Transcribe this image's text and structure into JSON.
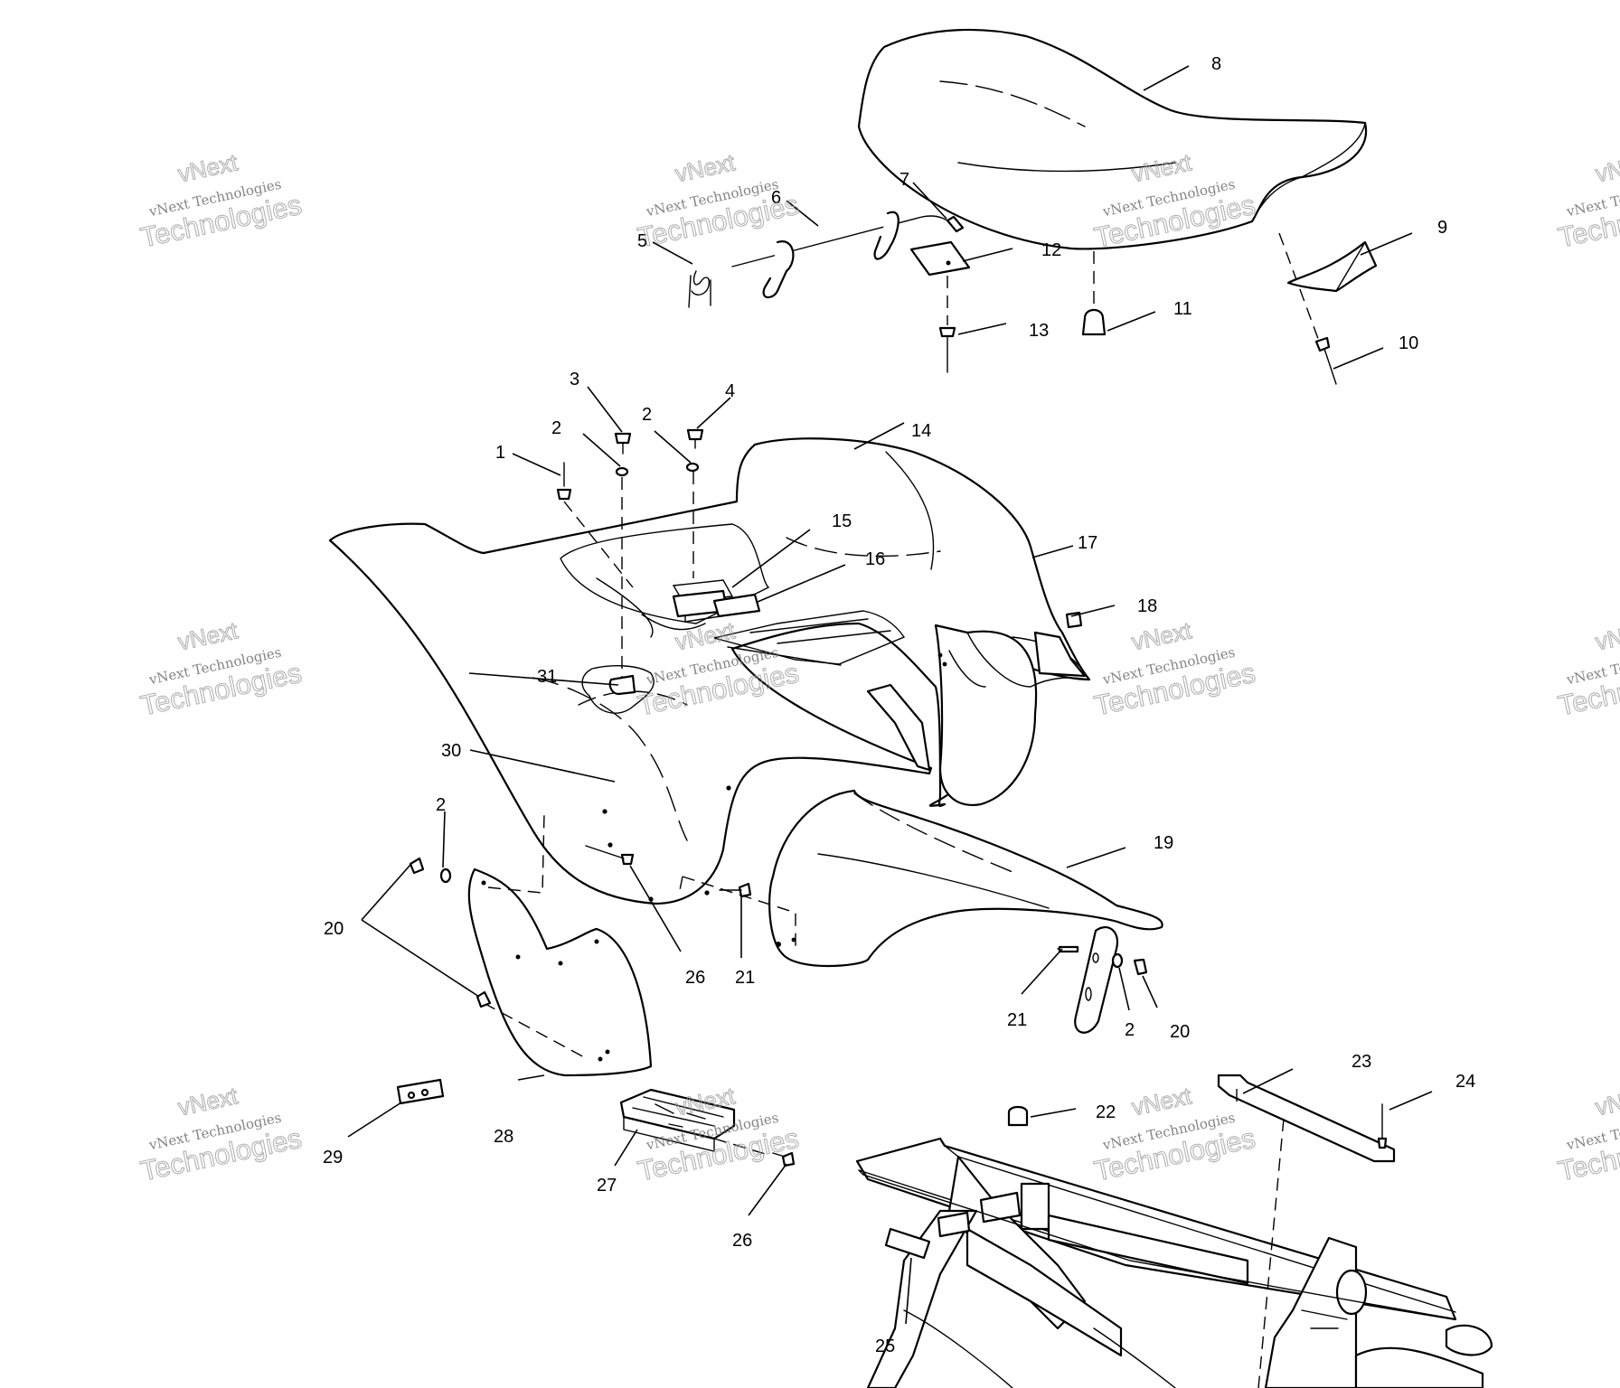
{
  "diagram": {
    "callouts": [
      {
        "id": "c1",
        "text": "1"
      },
      {
        "id": "c2a",
        "text": "2"
      },
      {
        "id": "c2b",
        "text": "2"
      },
      {
        "id": "c2c",
        "text": "2"
      },
      {
        "id": "c2d",
        "text": "2"
      },
      {
        "id": "c3",
        "text": "3"
      },
      {
        "id": "c4",
        "text": "4"
      },
      {
        "id": "c5",
        "text": "5"
      },
      {
        "id": "c6",
        "text": "6"
      },
      {
        "id": "c7",
        "text": "7"
      },
      {
        "id": "c8",
        "text": "8"
      },
      {
        "id": "c9",
        "text": "9"
      },
      {
        "id": "c10",
        "text": "10"
      },
      {
        "id": "c11",
        "text": "11"
      },
      {
        "id": "c12",
        "text": "12"
      },
      {
        "id": "c13",
        "text": "13"
      },
      {
        "id": "c14",
        "text": "14"
      },
      {
        "id": "c15",
        "text": "15"
      },
      {
        "id": "c16",
        "text": "16"
      },
      {
        "id": "c17",
        "text": "17"
      },
      {
        "id": "c18",
        "text": "18"
      },
      {
        "id": "c19",
        "text": "19"
      },
      {
        "id": "c20a",
        "text": "20"
      },
      {
        "id": "c20b",
        "text": "20"
      },
      {
        "id": "c21a",
        "text": "21"
      },
      {
        "id": "c21b",
        "text": "21"
      },
      {
        "id": "c22",
        "text": "22"
      },
      {
        "id": "c23",
        "text": "23"
      },
      {
        "id": "c24",
        "text": "24"
      },
      {
        "id": "c25",
        "text": "25"
      },
      {
        "id": "c26a",
        "text": "26"
      },
      {
        "id": "c26b",
        "text": "26"
      },
      {
        "id": "c27",
        "text": "27"
      },
      {
        "id": "c28",
        "text": "28"
      },
      {
        "id": "c29",
        "text": "29"
      },
      {
        "id": "c30",
        "text": "30"
      },
      {
        "id": "c31",
        "text": "31"
      }
    ]
  },
  "watermark": {
    "line1": "vNext Technologies",
    "line2": "vNext",
    "line3": "Technologies",
    "color": "#9a9a9a"
  },
  "colors": {
    "ink": "#000000",
    "paper": "#ffffff"
  }
}
